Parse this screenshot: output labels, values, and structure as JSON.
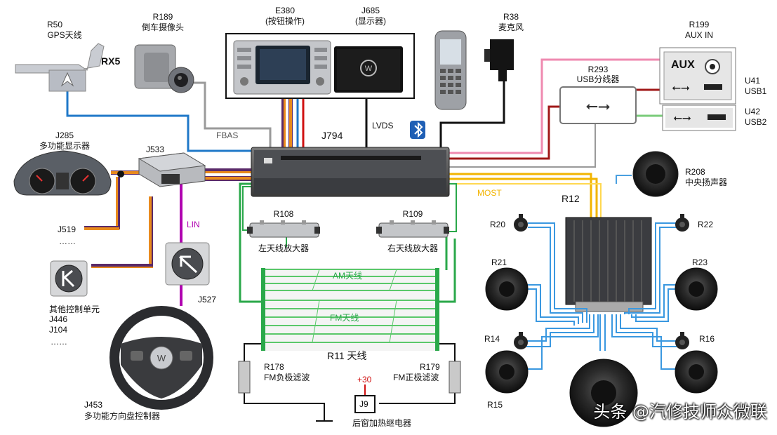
{
  "colors": {
    "blue": "#1f78c8",
    "grey": "#9a9a9a",
    "purple": "#b000b0",
    "green": "#2aa84a",
    "pink": "#ef8ab0",
    "darkred": "#a01818",
    "lightgreen": "#7acb7a",
    "most_yellow": "#f2b400",
    "can_orange": "#e98a1c",
    "can_purple": "#5a2a6a",
    "black": "#111111"
  },
  "components": {
    "r50": {
      "code": "R50",
      "name": "GPS天线",
      "badge": "RX5"
    },
    "r189": {
      "code": "R189",
      "name": "倒车摄像头"
    },
    "e380": {
      "code": "E380",
      "name": "(按钮操作)"
    },
    "j685": {
      "code": "J685",
      "name": "(显示器)"
    },
    "r38": {
      "code": "R38",
      "name": "麦克风"
    },
    "r199": {
      "code": "R199",
      "name": "AUX IN",
      "aux": "AUX"
    },
    "r293": {
      "code": "R293",
      "name": "USB分线器"
    },
    "u41": {
      "code": "U41",
      "name": "USB1"
    },
    "u42": {
      "code": "U42",
      "name": "USB2"
    },
    "j285": {
      "code": "J285",
      "name": "多功能显示器"
    },
    "j533": {
      "code": "J533"
    },
    "j794": {
      "code": "J794"
    },
    "r208": {
      "code": "R208",
      "name": "中央扬声器"
    },
    "r12": {
      "code": "R12"
    },
    "r108": {
      "code": "R108",
      "name": "左天线放大器"
    },
    "r109": {
      "code": "R109",
      "name": "右天线放大器"
    },
    "j519": {
      "code": "J519",
      "more": "……"
    },
    "others": {
      "name": "其他控制单元",
      "codes": [
        "J446",
        "J104"
      ],
      "more": "……"
    },
    "j527": {
      "code": "J527"
    },
    "j453": {
      "code": "J453",
      "name": "多功能方向盘控制器"
    },
    "r11": {
      "name": "R11 天线",
      "am": "AM天线",
      "fm": "FM天线"
    },
    "r178": {
      "code": "R178",
      "name": "FM负极滤波"
    },
    "r179": {
      "code": "R179",
      "name": "FM正极滤波"
    },
    "j9": {
      "code": "J9",
      "name": "后窗加热继电器",
      "supply": "+30"
    },
    "speakers": {
      "r20": "R20",
      "r22": "R22",
      "r21": "R21",
      "r23": "R23",
      "r14": "R14",
      "r16": "R16",
      "r15": "R15"
    }
  },
  "signals": {
    "fbas": "FBAS",
    "lvds": "LVDS",
    "most": "MOST",
    "lin": "LIN"
  },
  "watermark": "头条 @汽修技师众微联"
}
